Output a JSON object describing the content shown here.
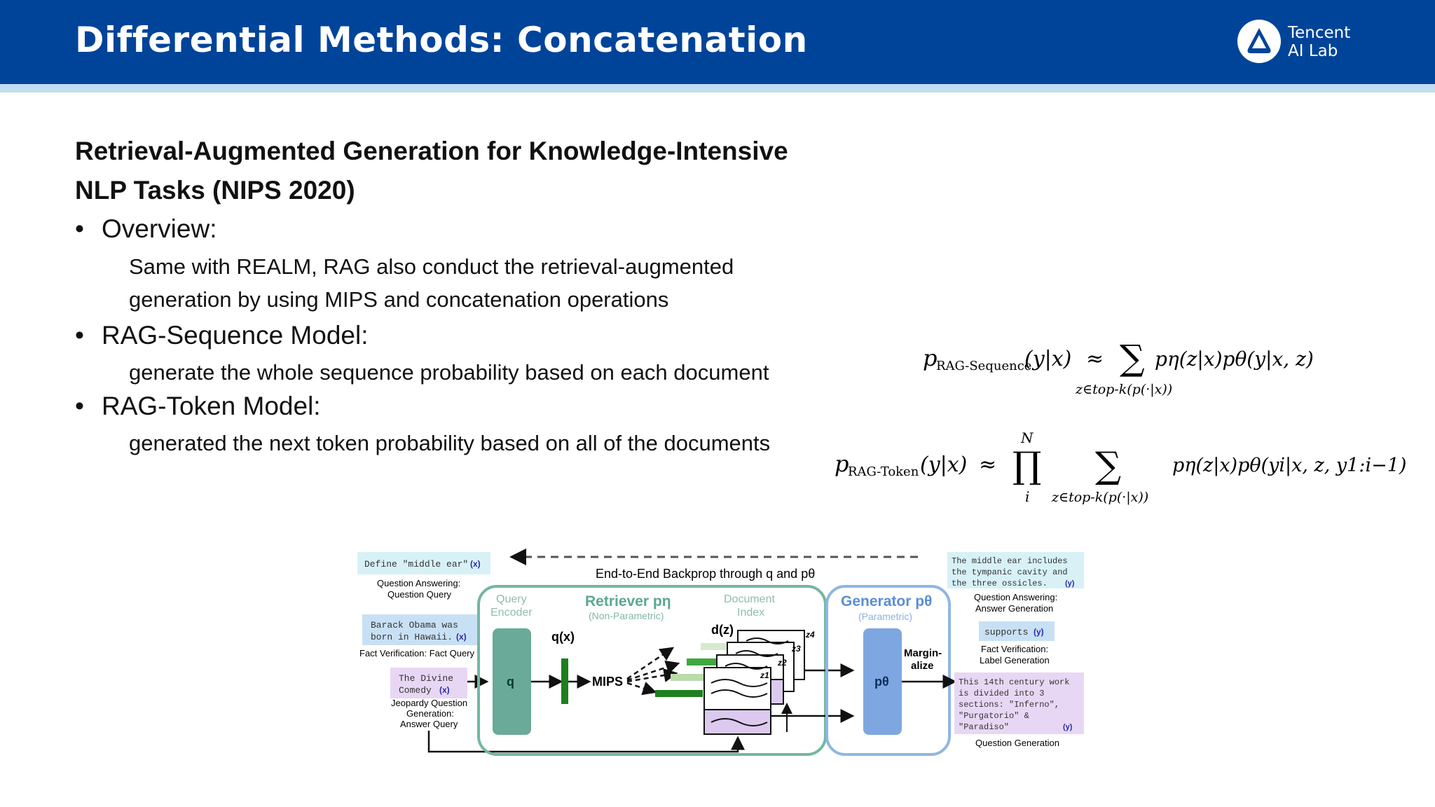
{
  "header": {
    "title": "Differential Methods: Concatenation",
    "logo_line1": "Tencent",
    "logo_line2": "AI Lab"
  },
  "paper_title": "Retrieval-Augmented Generation for Knowledge-Intensive NLP Tasks (NIPS 2020)",
  "bullets": [
    {
      "label": "Overview:",
      "text_lines": [
        "Same with REALM, RAG also conduct the retrieval-augmented",
        "generation by using MIPS and concatenation operations"
      ]
    },
    {
      "label": "RAG-Sequence Model:",
      "text_lines": [
        "generate the whole sequence probability based on each document"
      ]
    },
    {
      "label": "RAG-Token Model:",
      "text_lines": [
        "generated the next token probability based on all of the documents"
      ]
    }
  ],
  "formulas": {
    "seq_lhs": "p",
    "seq_lhs_sub": "RAG-Sequence",
    "seq_args": "(y|x)",
    "seq_approx": "≈",
    "seq_sum": "∑",
    "seq_rhs": "pη(z|x)pθ(y|x, z)",
    "seq_under": "z∈top-k(p(·|x))",
    "tok_lhs": "p",
    "tok_lhs_sub": "RAG-Token",
    "tok_args": "(y|x)",
    "tok_approx": "≈",
    "tok_prod": "∏",
    "tok_prod_top": "N",
    "tok_prod_bottom": "i",
    "tok_sum": "∑",
    "tok_under": "z∈top-k(p(·|x))",
    "tok_rhs": "pη(z|x)pθ(yi|x, z, y1:i−1)"
  },
  "diagram": {
    "backprop_label": "End-to-End Backprop through q and pθ",
    "inputs": [
      {
        "text_lines": [
          "Define \"middle ear\""
        ],
        "tag": "(x)",
        "caption_lines": [
          "Question Answering:",
          "Question Query"
        ]
      },
      {
        "text_lines": [
          "Barack Obama was",
          "born in Hawaii."
        ],
        "tag": "(x)",
        "caption_lines": [
          "Fact Verification: Fact Query"
        ]
      },
      {
        "text_lines": [
          "The Divine",
          "Comedy"
        ],
        "tag": "(x)",
        "caption_lines": [
          "Jeopardy Question",
          "Generation:",
          "Answer Query"
        ]
      }
    ],
    "retriever_title": "Retriever pη",
    "retriever_sub": "(Non-Parametric)",
    "query_encoder": [
      "Query",
      "Encoder"
    ],
    "q_label": "q",
    "qx_label": "q(x)",
    "mips_label": "MIPS",
    "doc_index": [
      "Document",
      "Index"
    ],
    "dz_label": "d(z)",
    "z_labels": [
      "z4",
      "z3",
      "z2",
      "z1"
    ],
    "generator_title": "Generator pθ",
    "generator_sub": "(Parametric)",
    "ptheta_label": "pθ",
    "marginalize": [
      "Margin-",
      "alize"
    ],
    "outputs": [
      {
        "text_lines": [
          "The middle ear includes",
          "the tympanic cavity and",
          "the three ossicles."
        ],
        "tag": "(y)",
        "caption_lines": [
          "Question Answering:",
          "Answer Generation"
        ]
      },
      {
        "text_lines": [
          "supports"
        ],
        "tag": "(y)",
        "caption_lines": [
          "Fact Verification:",
          "Label Generation"
        ]
      },
      {
        "text_lines": [
          "This 14th century work",
          "is divided into 3",
          "sections: \"Inferno\",",
          "\"Purgatorio\" &",
          "\"Paradiso\""
        ],
        "tag": "(y)",
        "caption_lines": [
          "Question Generation"
        ]
      }
    ],
    "colors": {
      "retriever_border": "#74b6a3",
      "retriever_title": "#5aa88f",
      "generator_border": "#8fb6e3",
      "generator_title": "#5b8ed6",
      "encoder_fill": "#69aa98",
      "ptheta_fill": "#7ea6e0",
      "input_qa_fill": "#d7f1f7",
      "input_fact_fill": "#c8e0f4",
      "input_jeopardy_fill": "#e8d7f4",
      "green_bar": "#1e7f1e"
    }
  }
}
